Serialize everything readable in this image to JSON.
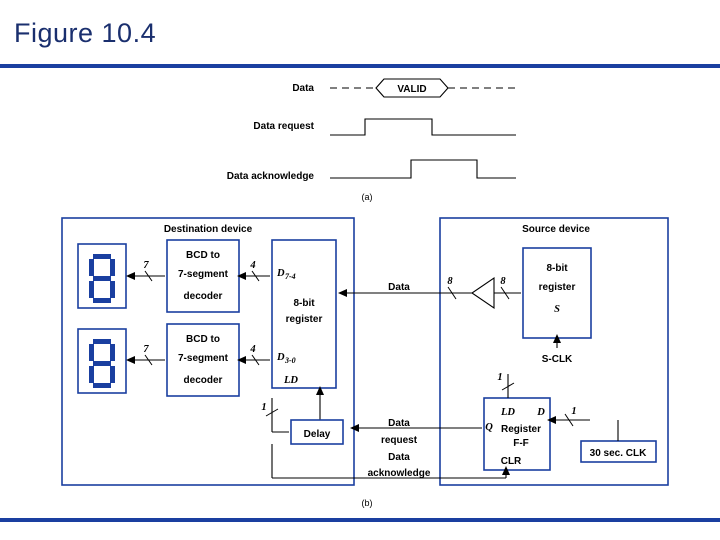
{
  "slide": {
    "title": "Figure 10.4",
    "accent_color": "#1a3fa0",
    "title_color": "#1a2f6e"
  },
  "timing_diagram": {
    "caption": "(a)",
    "signals": [
      {
        "name": "Data",
        "bus_label": "VALID"
      },
      {
        "name": "Data request"
      },
      {
        "name": "Data acknowledge"
      }
    ]
  },
  "block_diagram": {
    "caption": "(b)",
    "destination": {
      "title": "Destination device",
      "display_top_width": "7",
      "display_bottom_width": "7",
      "decoder_top": [
        "BCD to",
        "7-segment",
        "decoder"
      ],
      "decoder_bottom": [
        "BCD to",
        "7-segment",
        "decoder"
      ],
      "nibble_top_width": "4",
      "nibble_bottom_width": "4",
      "nibble_top_label": "D",
      "nibble_top_sub": "7-4",
      "nibble_bottom_label": "D",
      "nibble_bottom_sub": "3-0",
      "register": [
        "8-bit",
        "register"
      ],
      "ld_label": "LD",
      "ld_width": "1",
      "delay_label": "Delay"
    },
    "source": {
      "title": "Source device",
      "register": [
        "8-bit",
        "register"
      ],
      "register_name": "S",
      "clock_label": "S-CLK",
      "bus_left_width": "8",
      "bus_right_width": "8",
      "ff": {
        "ld_label": "LD",
        "d_label": "D",
        "q_label": "Q",
        "clr_label": "CLR",
        "name": [
          "Register",
          "F-F"
        ],
        "d_in_width": "1",
        "clk_width": "1"
      },
      "clock_source": "30 sec. CLK"
    },
    "interconnect": {
      "data_label": "Data",
      "request_label": [
        "Data",
        "request"
      ],
      "acknowledge_label": [
        "Data",
        "acknowledge"
      ]
    }
  }
}
